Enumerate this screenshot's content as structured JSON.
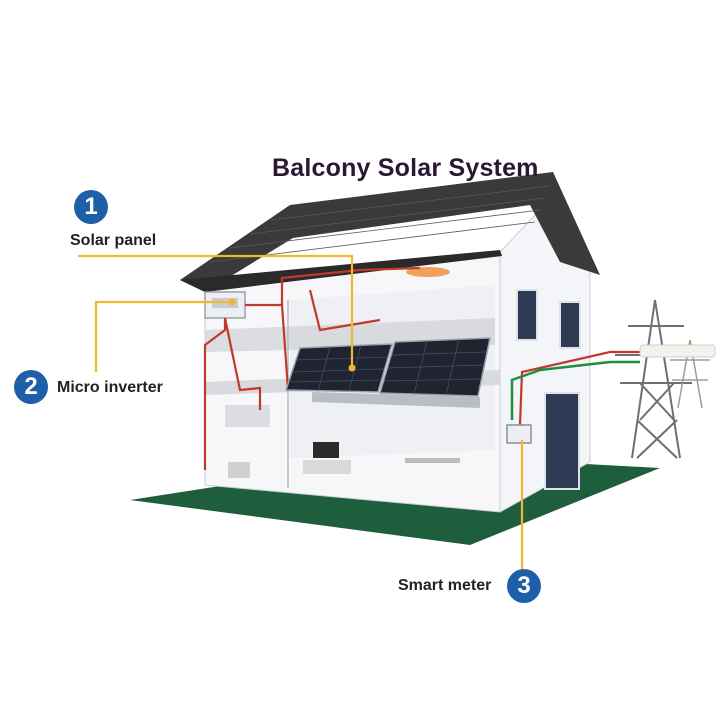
{
  "title": "Balcony Solar System",
  "callouts": [
    {
      "number": "1",
      "label": "Solar panel"
    },
    {
      "number": "2",
      "label": "Micro inverter"
    },
    {
      "number": "3",
      "label": "Smart meter"
    }
  ],
  "colors": {
    "badge": "#1f5fa8",
    "leader_line": "#f2b632",
    "cable_red": "#c0392b",
    "cable_green": "#1f8f3f",
    "lawn": "#1e5e3c",
    "roof": "#3a3a3a"
  }
}
